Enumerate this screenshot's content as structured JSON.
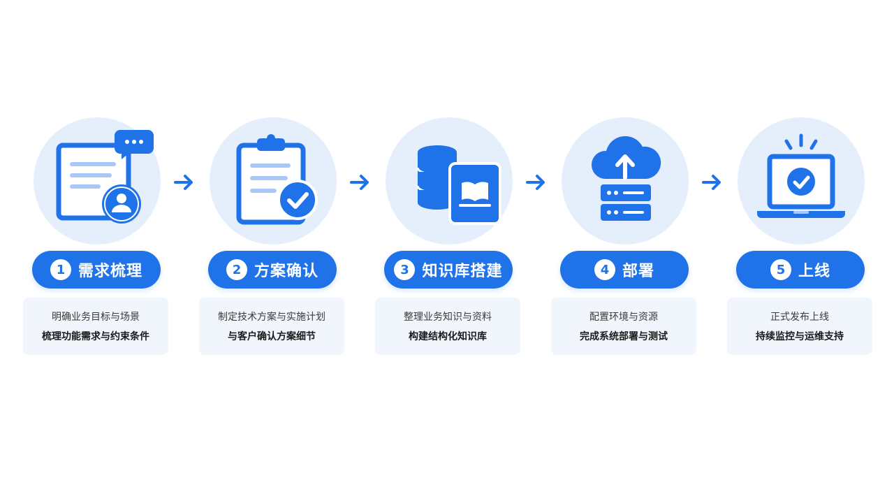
{
  "colors": {
    "primary": "#1f72e8",
    "icon_bg": "#e5effc",
    "desc_bg": "#f1f6fd"
  },
  "steps": [
    {
      "number": "1",
      "title": "需求梳理",
      "line1": "明确业务目标与场景",
      "line2": "梳理功能需求与约束条件",
      "icon": "document-chat-user-icon"
    },
    {
      "number": "2",
      "title": "方案确认",
      "line1": "制定技术方案与实施计划",
      "line2": "与客户确认方案细节",
      "icon": "clipboard-check-icon"
    },
    {
      "number": "3",
      "title": "知识库搭建",
      "line1": "整理业务知识与资料",
      "line2": "构建结构化知识库",
      "icon": "database-book-icon"
    },
    {
      "number": "4",
      "title": "部署",
      "line1": "配置环境与资源",
      "line2": "完成系统部署与测试",
      "icon": "cloud-upload-server-icon"
    },
    {
      "number": "5",
      "title": "上线",
      "line1": "正式发布上线",
      "line2": "持续监控与运维支持",
      "icon": "laptop-check-icon"
    }
  ]
}
